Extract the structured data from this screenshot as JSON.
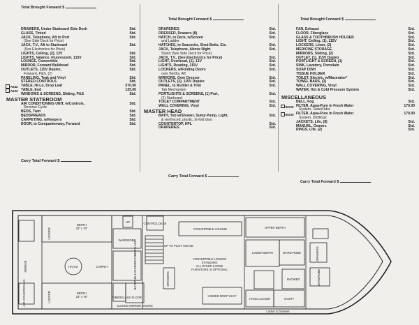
{
  "carry_brought": "Total Brought Forward $",
  "carry_forward": "Carry Total Forward $",
  "col1": {
    "items": [
      {
        "n": "DRAWERS, Under Starboard Side Deck",
        "v": "Std."
      },
      {
        "n": "GLASS, Tinted",
        "v": "Std."
      },
      {
        "n": "JACK, Telephone, Aft to Port",
        "v": "Std."
      },
      {
        "n": "(See Side Deck for Price)",
        "v": "",
        "ind": true
      },
      {
        "n": "JACK, T.V., Aft to Starboard",
        "v": "Std."
      },
      {
        "n": "(See Electronics for Price)",
        "v": "",
        "ind": true
      },
      {
        "n": "LIGHTS, Ceiling, (2), 12V",
        "v": "Std."
      },
      {
        "n": "LIGHTS, Valance, Fluorescent, 115V",
        "v": "Std."
      },
      {
        "n": "LOUNGE, Convertible",
        "v": "Std."
      },
      {
        "n": "MIRROR, Forward Bulkhead",
        "v": "Std."
      },
      {
        "n": "OUTLETS, 115V Duplex,",
        "v": "Std."
      },
      {
        "n": "Forward, P&S, (2)",
        "v": "",
        "ind": true
      },
      {
        "n": "PANELING, Teak and Vinyl",
        "v": "Std."
      },
      {
        "n": "STEREO CONTROLS",
        "v": "Std."
      },
      {
        "n": "TABLE, Hi-Lo, Drop Leaf",
        "v": "570.00",
        "code": "A642"
      },
      {
        "n": "TABLE, End",
        "v": "135.00",
        "code": "A632"
      },
      {
        "n": "WINDOWS & SCREENS, Sliding, P&S",
        "v": "Std."
      },
      {
        "sec": "MASTER STATEROOM"
      },
      {
        "n": "AIR CONDITIONING UNIT, w/Controls,",
        "v": "Std."
      },
      {
        "n": "Reverse Cycle",
        "v": "",
        "ind": true
      },
      {
        "n": "BEDS, Twin",
        "v": "Std."
      },
      {
        "n": "BEDSPREADS",
        "v": "Std."
      },
      {
        "n": "CARPETING, w/Keepers",
        "v": "Std."
      },
      {
        "n": "DOOR, to Companionway, Forward",
        "v": "Std."
      }
    ]
  },
  "col2": {
    "items": [
      {
        "n": "DRAPERIES",
        "v": "Std."
      },
      {
        "n": "DRESSER, Drawers (8)",
        "v": "Std."
      },
      {
        "n": "HATCH, to Deck, w/Screen",
        "v": "Std."
      },
      {
        "n": "and Ladder",
        "v": "",
        "ind": true
      },
      {
        "n": "HATCHES, to Seacocks, Strut Bolts, Etc.",
        "v": "Std."
      },
      {
        "n": "JACK, Telephone, Above Night",
        "v": "Std."
      },
      {
        "n": "Stand (See Side Deck for Price)",
        "v": "",
        "ind": true
      },
      {
        "n": "JACK, T.V., (See Electronics for Price)",
        "v": "Std."
      },
      {
        "n": "LIGHT, Overhead, (1), 12V",
        "v": "Std."
      },
      {
        "n": "LIGHTS, Reading, 115V",
        "v": "Std."
      },
      {
        "n": "LOCKERS, w/Folding Doors",
        "v": "Std."
      },
      {
        "n": "over Berths, Aft",
        "v": "",
        "ind": true
      },
      {
        "n": "MIRRORS, Over Dresser",
        "v": "Std."
      },
      {
        "n": "OUTLETS, (2), 115V Duplex",
        "v": "Std."
      },
      {
        "n": "PANEL, to Rudder & Trim",
        "v": "Std."
      },
      {
        "n": "Tab Mechanism",
        "v": "",
        "ind": true
      },
      {
        "n": "PORTLIGHTS & SCREENS, (1) Port,",
        "v": "Std."
      },
      {
        "n": "(1) Starboard",
        "v": "",
        "ind": true
      },
      {
        "n": "TOILET COMPARTMENT",
        "v": "Std."
      },
      {
        "n": "WALL COVERING, Vinyl",
        "v": "Std."
      },
      {
        "sec": "MASTER HEAD"
      },
      {
        "n": "BATH, Tub w/Shower, Sump Pump, Light,",
        "v": "Std."
      },
      {
        "n": "& reinforced, plastic, bi-fold door",
        "v": "",
        "ind": true
      },
      {
        "n": "COUNTERTOP, HPL",
        "v": "Std."
      },
      {
        "n": "DRAPERIES",
        "v": "Std."
      }
    ]
  },
  "col3": {
    "items": [
      {
        "n": "FAN, Exhaust",
        "v": "Std."
      },
      {
        "n": "FLOOR, Fiberglass",
        "v": "Std."
      },
      {
        "n": "GLASS & TOOTHBRUSH HOLDER",
        "v": "Std."
      },
      {
        "n": "LIGHT, Ceiling, (1), 115V",
        "v": "Std."
      },
      {
        "n": "LOCKERS, Linen, (2)",
        "v": "Std."
      },
      {
        "n": "MEDICINE STORAGE",
        "v": "Std."
      },
      {
        "n": "MIRRORS, Sliding, (2)",
        "v": "Std."
      },
      {
        "n": "OUTLET, (1), 115V Duplex",
        "v": "Std."
      },
      {
        "n": "PORTLIGHT & SCREEN, (1)",
        "v": "Std."
      },
      {
        "n": "SINK, Lavatory, Porcelain",
        "v": "Std."
      },
      {
        "n": "SOAP DISH",
        "v": "Std."
      },
      {
        "n": "TISSUE HOLDER",
        "v": "Std."
      },
      {
        "n": "TOILET, Electric, w/Macerator*",
        "v": "Std."
      },
      {
        "n": "TOWEL BARS, (3)",
        "v": "Std."
      },
      {
        "n": "WALL COVERING, Vinyl",
        "v": "Std."
      },
      {
        "n": "WATER, Hot & Cold Pressure System",
        "v": "Std."
      },
      {
        "gap": true
      },
      {
        "sec": "MISCELLANEOUS"
      },
      {
        "n": "BELL, Fog",
        "v": "Std."
      },
      {
        "n": "FILTER, Aqua-Pure in Fresh Water",
        "v": "170.00",
        "code": "BO39"
      },
      {
        "n": "System, Taste/Odor",
        "v": "",
        "ind": true
      },
      {
        "n": "FILTER, Aqua-Pure in Fresh Water",
        "v": "170.00",
        "code": "BO35"
      },
      {
        "n": "System, Dirt/Rust",
        "v": "",
        "ind": true
      },
      {
        "n": "JACKETS, Life, (8)",
        "v": "Std."
      },
      {
        "n": "MANUAL, Owners",
        "v": "Std."
      },
      {
        "n": "RINGS, Life, (2)",
        "v": "Std."
      }
    ]
  },
  "plan": {
    "labels": {
      "locker": "LOCKER",
      "berth_aft": "BERTH",
      "berth_aft_size": "33\" x 76\"",
      "berth_fwd": "BERTH",
      "berth_fwd_size": "33\" x 76\"",
      "mirror": "MIRROR",
      "hatch": "HATCH",
      "carpet": "CARPET",
      "air_conditioning": "AIR CONDITIONING",
      "wardrobe": "WARDROBE",
      "bathtub": "BATHTUB & SHOWER FIBERGLASS",
      "fiberglass_floor": "FIBERGLASS FLOOR",
      "sliding_mirror_doors": "SLIDING MIRROR DOORS",
      "drawers": "DRAWERS",
      "up": "UP",
      "up_to_pilot_house": "UP TO PILOT HOUSE",
      "control_desk": "CONTROL DESK",
      "convertible_lounge": "CONVERTIBLE LOUNGE",
      "saloon_furniture_1": "CONVERTIBLE LOUNGE",
      "saloon_furniture_2": "STANDARD",
      "saloon_furniture_3": "ALL OTHER LOOSE",
      "saloon_furniture_4": "FURNITURE IS OPTIONAL",
      "hinged_drop_leaf": "HINGED DROP LEAF",
      "upper_berth": "UPPER BERTH",
      "lower_berth": "LOWER BERTH",
      "wardrobe_2": "WARD-ROBE",
      "drawers_2": "DRAWERS",
      "shower": "SHOWER",
      "wardrobe_3": "WARDROBE",
      "hanging_locker": "HANG LOCKER",
      "locker_drawers": "Locker & Drawers",
      "vanity": "VANITY"
    }
  }
}
